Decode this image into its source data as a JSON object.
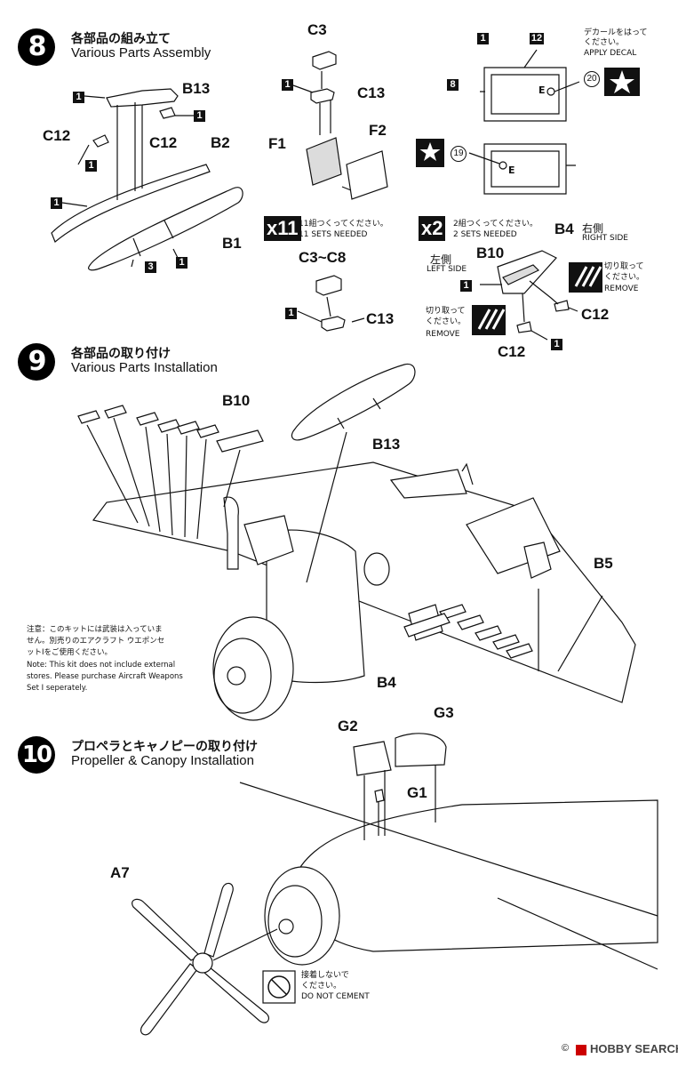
{
  "step8": {
    "number": "8",
    "title_jp": "各部品の組み立て",
    "title_en": "Various Parts Assembly",
    "labels": {
      "b13": "B13",
      "c12_left": "C12",
      "c12_right": "C12",
      "b2": "B2",
      "b1": "B1",
      "c3": "C3",
      "c13": "C13",
      "f1": "F1",
      "f2": "F2",
      "c3_c8": "C3~C8",
      "c13_b": "C13"
    },
    "part_numbers": {
      "n1": "1",
      "n3": "3"
    },
    "sets11": {
      "mult": "x11",
      "jp": "11組つくってください。",
      "en": "11 SETS NEEDED"
    },
    "decal": {
      "jp1": "デカールをはって",
      "jp2": "ください。",
      "en": "APPLY DECAL",
      "num12": "12",
      "num8": "8",
      "num20": "20",
      "num19": "19",
      "e_top": "E",
      "e_bottom": "E",
      "star": "★"
    },
    "sets2": {
      "mult": "x2",
      "jp": "2組つくってください。",
      "en": "2 SETS NEEDED"
    },
    "b4_side": {
      "b4": "B4",
      "right_jp": "右側",
      "right_en": "RIGHT SIDE",
      "b10": "B10",
      "left_jp": "左側",
      "left_en": "LEFT SIDE",
      "c12_a": "C12",
      "c12_b": "C12"
    },
    "remove": {
      "jp1": "切り取って",
      "jp2": "ください。",
      "en": "REMOVE"
    }
  },
  "step9": {
    "number": "9",
    "title_jp": "各部品の取り付け",
    "title_en": "Various Parts Installation",
    "labels": {
      "b10": "B10",
      "b13": "B13",
      "b5": "B5",
      "b4": "B4"
    },
    "note_jp1": "注意：このキットには武装は入っていま",
    "note_jp2": "せん。別売りのエアクラフト ウエポンセ",
    "note_jp3": "ットIをご使用ください。",
    "note_en1": "Note: This kit does not include external",
    "note_en2": "stores. Please purchase Aircraft Weapons",
    "note_en3": "Set I seperately."
  },
  "step10": {
    "number": "10",
    "title_jp": "プロペラとキャノピーの取り付け",
    "title_en": "Propeller & Canopy Installation",
    "labels": {
      "g2": "G2",
      "g3": "G3",
      "g1": "G1",
      "a7": "A7"
    },
    "no_cement": {
      "jp1": "接着しないで",
      "jp2": "ください。",
      "en": "DO NOT CEMENT"
    }
  },
  "watermark": {
    "brand": "HOBBY SEARCH",
    "copyright": "©"
  }
}
